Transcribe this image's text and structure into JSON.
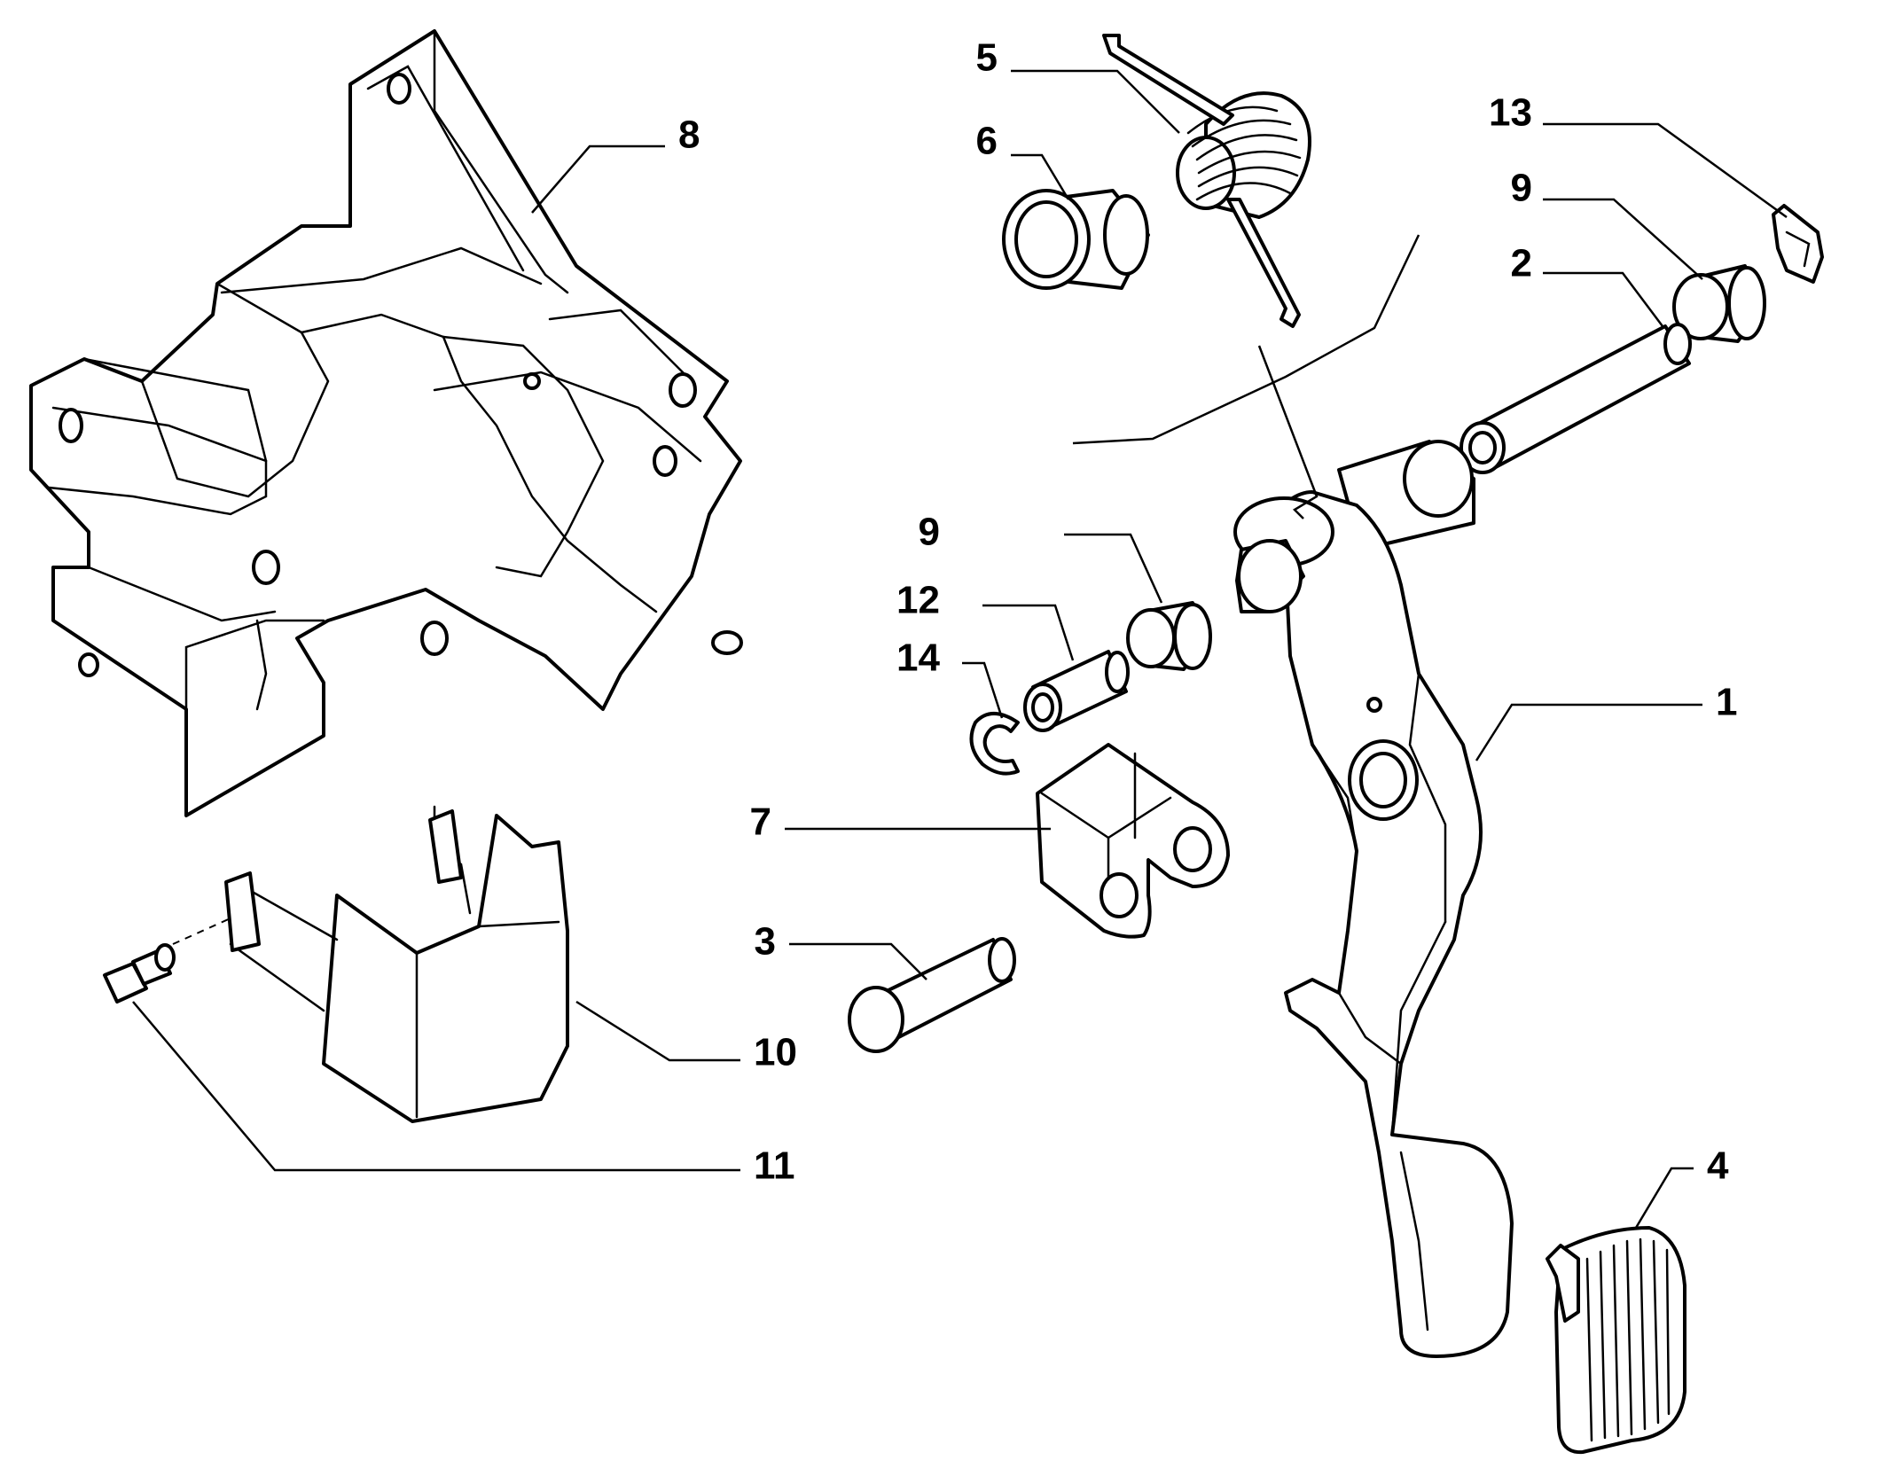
{
  "callouts": [
    {
      "id": "c1",
      "label": "1"
    },
    {
      "id": "c2",
      "label": "2"
    },
    {
      "id": "c3",
      "label": "3"
    },
    {
      "id": "c4",
      "label": "4"
    },
    {
      "id": "c5",
      "label": "5"
    },
    {
      "id": "c6",
      "label": "6"
    },
    {
      "id": "c7",
      "label": "7"
    },
    {
      "id": "c8",
      "label": "8"
    },
    {
      "id": "c9a",
      "label": "9"
    },
    {
      "id": "c9b",
      "label": "9"
    },
    {
      "id": "c10",
      "label": "10"
    },
    {
      "id": "c11",
      "label": "11"
    },
    {
      "id": "c12",
      "label": "12"
    },
    {
      "id": "c13",
      "label": "13"
    },
    {
      "id": "c14",
      "label": "14"
    }
  ]
}
